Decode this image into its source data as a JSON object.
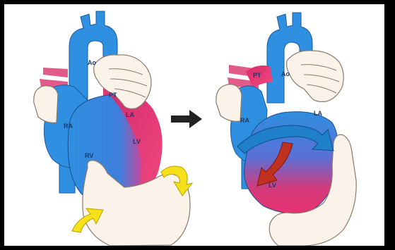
{
  "labels": {
    "left": {
      "ao": "Ao",
      "pt": "PT",
      "la": "LA",
      "ra": "RA",
      "rv": "RV",
      "lv": "LV"
    },
    "right": {
      "pt": "PT",
      "ao": "Ao",
      "la": "LA",
      "ra": "RA",
      "lv": "LV"
    }
  },
  "colors": {
    "blue": "#2f8fe0",
    "pink": "#e8306f",
    "skin": "#fbf3ea",
    "arrow_dark": "#222222",
    "arrow_blue": "#1f7fc8",
    "arrow_red": "#c0301e",
    "arrow_yellow": "#f5e01a"
  }
}
